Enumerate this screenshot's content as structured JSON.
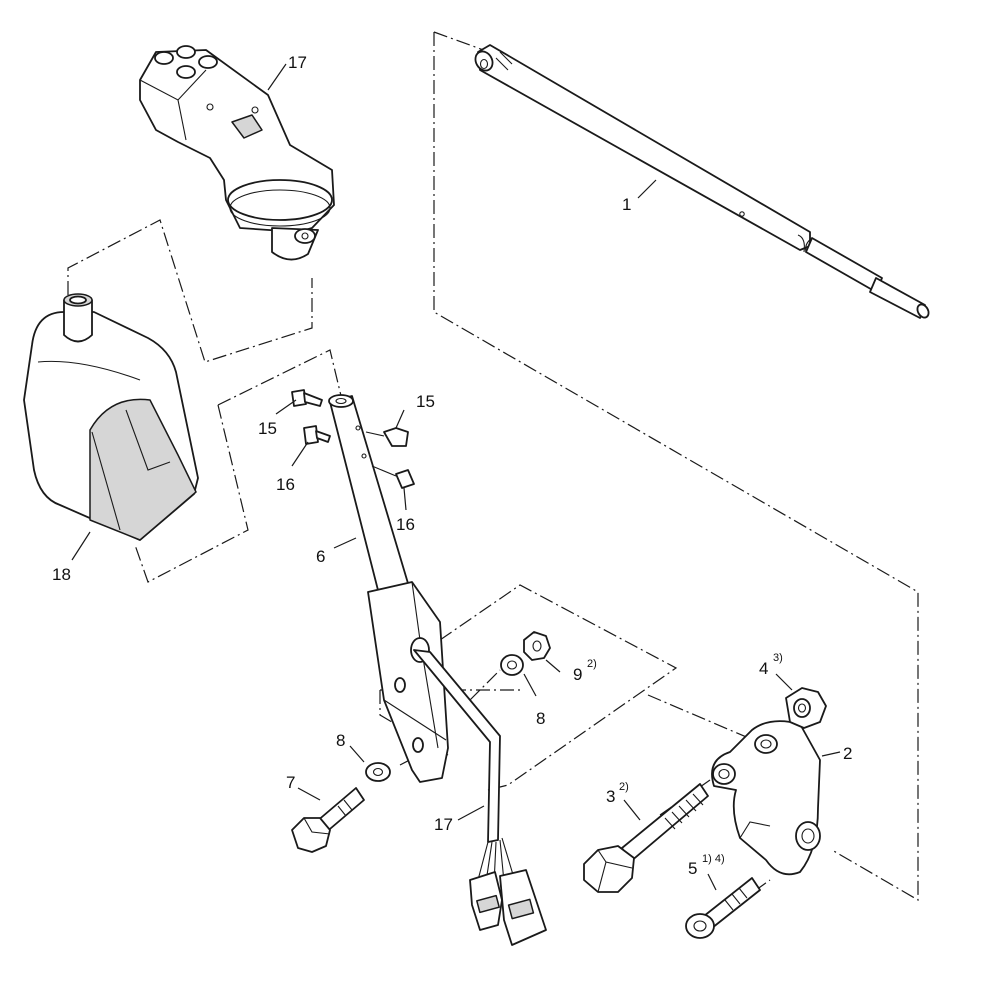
{
  "diagram": {
    "callouts": {
      "c1": "1",
      "c2": "2",
      "c3": "3",
      "c3_note": "2)",
      "c4": "4",
      "c4_note": "3)",
      "c5": "5",
      "c5_note": "1) 4)",
      "c6": "6",
      "c7": "7",
      "c8a": "8",
      "c8b": "8",
      "c9": "9",
      "c9_note": "2)",
      "c15a": "15",
      "c15b": "15",
      "c16a": "16",
      "c16b": "16",
      "c17a": "17",
      "c17b": "17",
      "c18": "18"
    }
  }
}
